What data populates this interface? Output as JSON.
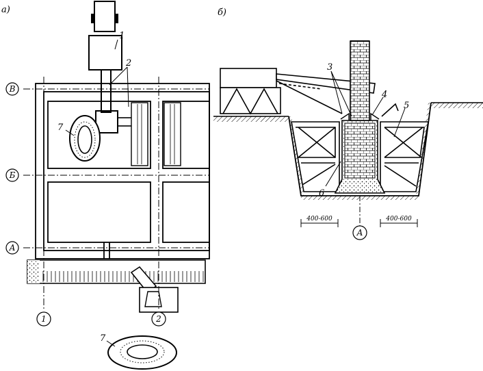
{
  "panels": {
    "a": {
      "label": "а)"
    },
    "b": {
      "label": "б)"
    }
  },
  "axes": {
    "row_v": "В",
    "row_b": "Б",
    "row_a": "А",
    "col_1": "1",
    "col_2": "2",
    "section_a": "А"
  },
  "callouts": {
    "plan": {
      "n1": "1",
      "n2": "2",
      "n7": "7",
      "n7_lower": "7"
    },
    "section": {
      "n3": "3",
      "n4": "4",
      "n5": "5",
      "n6": "6"
    }
  },
  "dimensions": {
    "left": "400-600",
    "right": "400-600"
  }
}
